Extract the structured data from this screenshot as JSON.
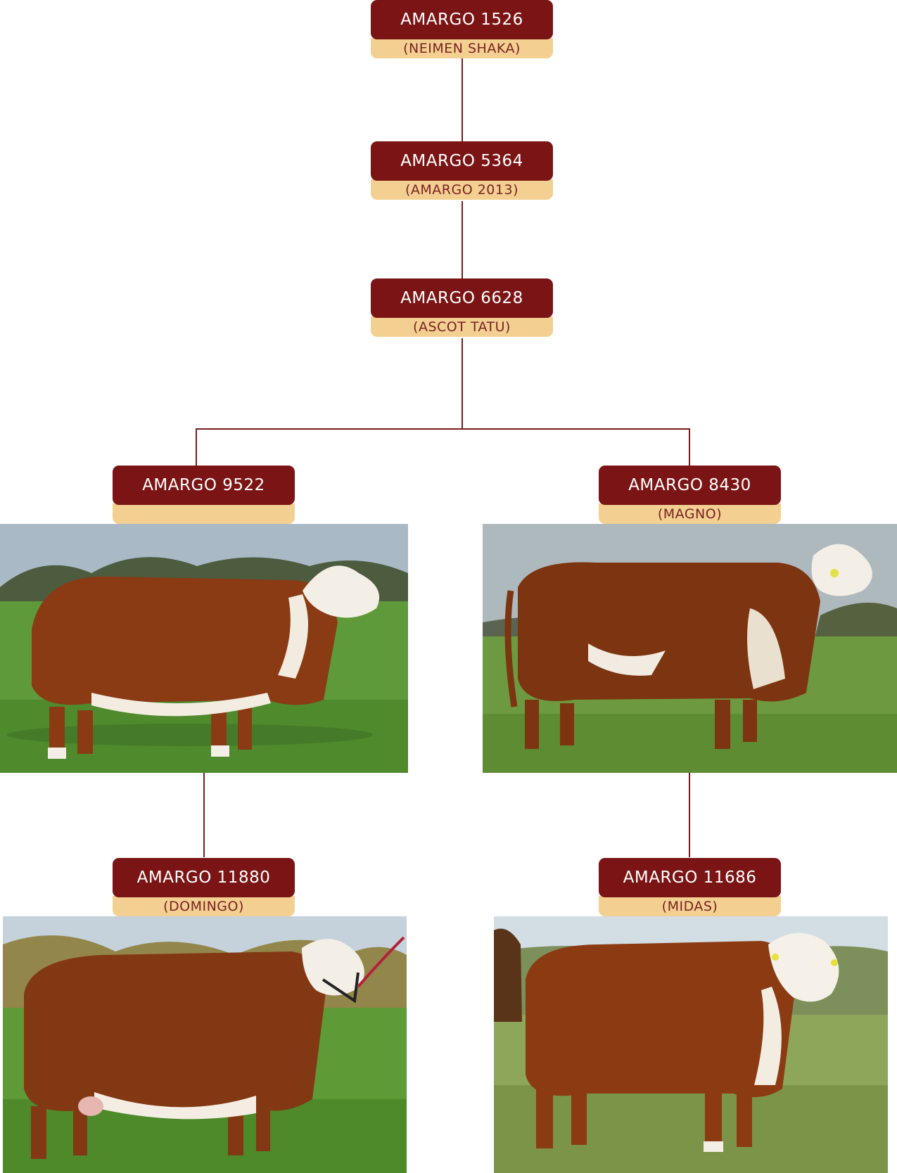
{
  "nodes": [
    {
      "name": "AMARGO 1526",
      "sire": "(NEIMEN SHAKA)"
    },
    {
      "name": "AMARGO 5364",
      "sire": "(AMARGO 2013)"
    },
    {
      "name": "AMARGO 6628",
      "sire": "(ASCOT TATU)"
    },
    {
      "name": "AMARGO 9522",
      "sire": ""
    },
    {
      "name": "AMARGO 8430",
      "sire": "(MAGNO)"
    },
    {
      "name": "AMARGO 11880",
      "sire": "(DOMINGO)"
    },
    {
      "name": "AMARGO 11686",
      "sire": "(MIDAS)"
    }
  ],
  "colors": {
    "name_bg": "#7b1414",
    "sire_bg": "#f3d092",
    "line": "#7a1b1b"
  }
}
